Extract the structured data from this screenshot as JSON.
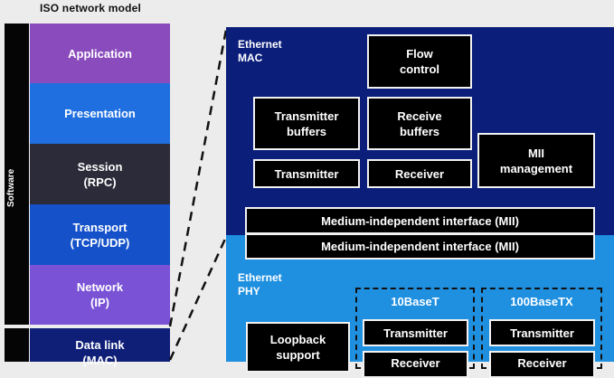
{
  "title": "ISO network model",
  "side_label": "Software",
  "layers": [
    {
      "label": "Application",
      "color": "#8a4bbd"
    },
    {
      "label": "Presentation",
      "color": "#1f6fe0"
    },
    {
      "label": "Session\n(RPC)",
      "color": "#2b2b3a"
    },
    {
      "label": "Transport\n(TCP/UDP)",
      "color": "#1552c9"
    },
    {
      "label": "Network\n(IP)",
      "color": "#7a52d6"
    },
    {
      "label": "Data link\n(MAC)",
      "color": "#0f1f78"
    }
  ],
  "mac": {
    "label": "Ethernet\nMAC",
    "flow_control": "Flow\ncontrol",
    "tx_buffers": "Transmitter\nbuffers",
    "rx_buffers": "Receive\nbuffers",
    "transmitter": "Transmitter",
    "receiver": "Receiver",
    "mii_management": "MII\nmanagement",
    "mii_1": "Medium-independent interface (MII)"
  },
  "phy": {
    "label": "Ethernet\nPHY",
    "mii_2": "Medium-independent interface (MII)",
    "loopback": "Loopback\nsupport",
    "g1_title": "10BaseT",
    "g1_transmitter": "Transmitter",
    "g1_receiver": "Receiver",
    "g2_title": "100BaseTX",
    "g2_transmitter": "Transmitter",
    "g2_receiver": "Receiver"
  }
}
